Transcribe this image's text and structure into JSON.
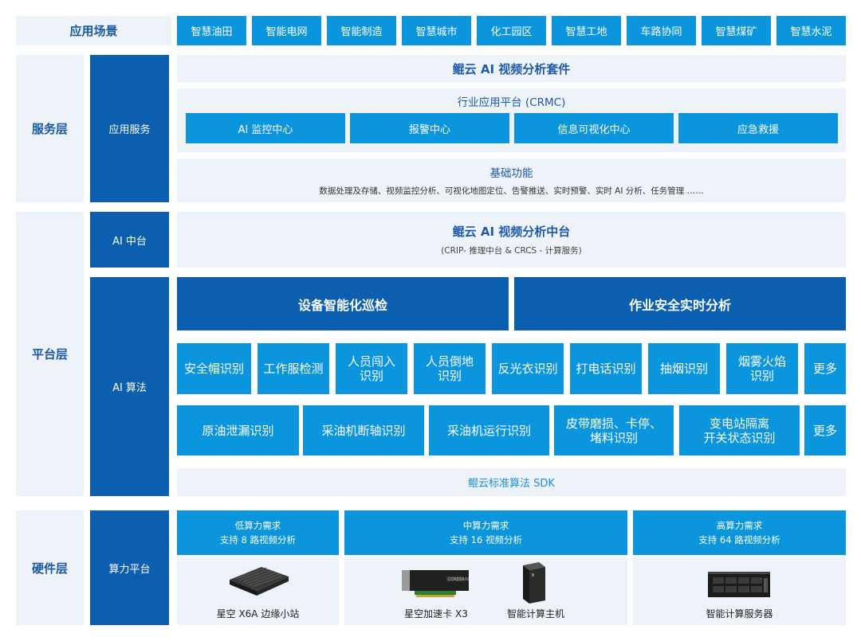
{
  "scenarios": {
    "title": "应用场景",
    "items": [
      "智慧油田",
      "智能电网",
      "智能制造",
      "智慧城市",
      "化工园区",
      "智慧工地",
      "车路协同",
      "智慧煤矿",
      "智慧水泥"
    ]
  },
  "service": {
    "layer": "服务层",
    "sublayer": "应用服务",
    "suite_title": "鲲云 AI 视频分析套件",
    "platform_title": "行业应用平台 (CRMC)",
    "modules": [
      "AI 监控中心",
      "报警中心",
      "信息可视化中心",
      "应急救援"
    ],
    "basic_title": "基础功能",
    "basic_desc": "数据处理及存储、视频监控分析、可视化地图定位、告警推送、实时预警、实时 AI 分析、任务管理 ……"
  },
  "platform": {
    "layer": "平台层",
    "ai_center_label": "AI 中台",
    "ai_center_title": "鲲云 AI 视频分析中台",
    "ai_center_sub": "(CRIP- 推理中台 & CRCS - 计算服务)",
    "algo_label": "AI 算法",
    "groups": [
      "设备智能化巡检",
      "作业安全实时分析"
    ],
    "row1": [
      "安全帽识别",
      "工作服检测",
      "人员闯入\n识别",
      "人员倒地\n识别",
      "反光衣识别",
      "打电话识别",
      "抽烟识别",
      "烟雾火焰\n识别",
      "更多"
    ],
    "row2": [
      "原油泄漏识别",
      "采油机断轴识别",
      "采油机运行识别",
      "皮带磨损、卡停、\n堵料识别",
      "变电站隔离\n开关状态识别",
      "更多"
    ],
    "sdk": "鲲云标准算法 SDK"
  },
  "hardware": {
    "layer": "硬件层",
    "sublayer": "算力平台",
    "tiers": [
      {
        "level": "低算力需求",
        "desc": "支持 8 路视频分析"
      },
      {
        "level": "中算力需求",
        "desc": "支持 16 视频分析"
      },
      {
        "level": "高算力需求",
        "desc": "支持 64 路视频分析"
      }
    ],
    "devices": [
      "星空 X6A 边缘小站",
      "星空加速卡 X3",
      "智能计算主机",
      "智能计算服务器"
    ]
  },
  "colors": {
    "navy": "#0b5fae",
    "blue": "#0a95dc",
    "pale": "#eef3f9",
    "title": "#1f5aa6"
  }
}
